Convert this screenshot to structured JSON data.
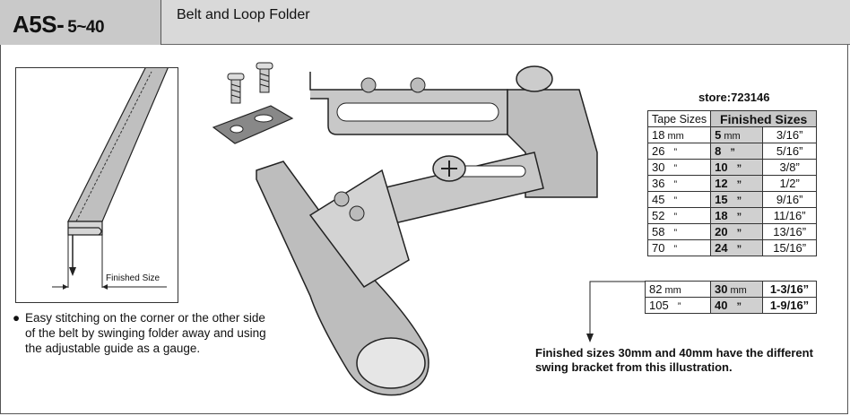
{
  "header": {
    "model": "A5S-",
    "range": "5~40",
    "title": "Belt and Loop Folder"
  },
  "diagram": {
    "finished_size_label": "Finished Size"
  },
  "note": {
    "bullet": "●",
    "lines": [
      "Easy stitching on the corner or the other side",
      "of the belt by swinging folder away and using",
      "the adjustable guide as a gauge."
    ]
  },
  "store": "store:723146",
  "table": {
    "col_tape": "Tape Sizes",
    "col_finished": "Finished Sizes",
    "unit": "mm",
    "ditto": "”",
    "rows": [
      {
        "tape": "18",
        "tape_unit": "mm",
        "fin": "5",
        "fin_unit": "mm",
        "inch": "3/16”"
      },
      {
        "tape": "26",
        "tape_unit": "”",
        "fin": "8",
        "fin_unit": "”",
        "inch": "5/16”"
      },
      {
        "tape": "30",
        "tape_unit": "”",
        "fin": "10",
        "fin_unit": "”",
        "inch": "3/8”"
      },
      {
        "tape": "36",
        "tape_unit": "”",
        "fin": "12",
        "fin_unit": "”",
        "inch": "1/2”"
      },
      {
        "tape": "45",
        "tape_unit": "”",
        "fin": "15",
        "fin_unit": "”",
        "inch": "9/16”"
      },
      {
        "tape": "52",
        "tape_unit": "”",
        "fin": "18",
        "fin_unit": "”",
        "inch": "11/16”"
      },
      {
        "tape": "58",
        "tape_unit": "”",
        "fin": "20",
        "fin_unit": "”",
        "inch": "13/16”"
      },
      {
        "tape": "70",
        "tape_unit": "”",
        "fin": "24",
        "fin_unit": "”",
        "inch": "15/16”"
      }
    ],
    "rows2": [
      {
        "tape": "82",
        "tape_unit": "mm",
        "fin": "30",
        "fin_unit": "mm",
        "inch": "1-3/16”"
      },
      {
        "tape": "105",
        "tape_unit": "”",
        "fin": "40",
        "fin_unit": "”",
        "inch": "1-9/16”"
      }
    ]
  },
  "bottom_note": {
    "line1": "Finished sizes 30mm and 40mm have the different",
    "line2": "swing bracket from this illustration."
  }
}
